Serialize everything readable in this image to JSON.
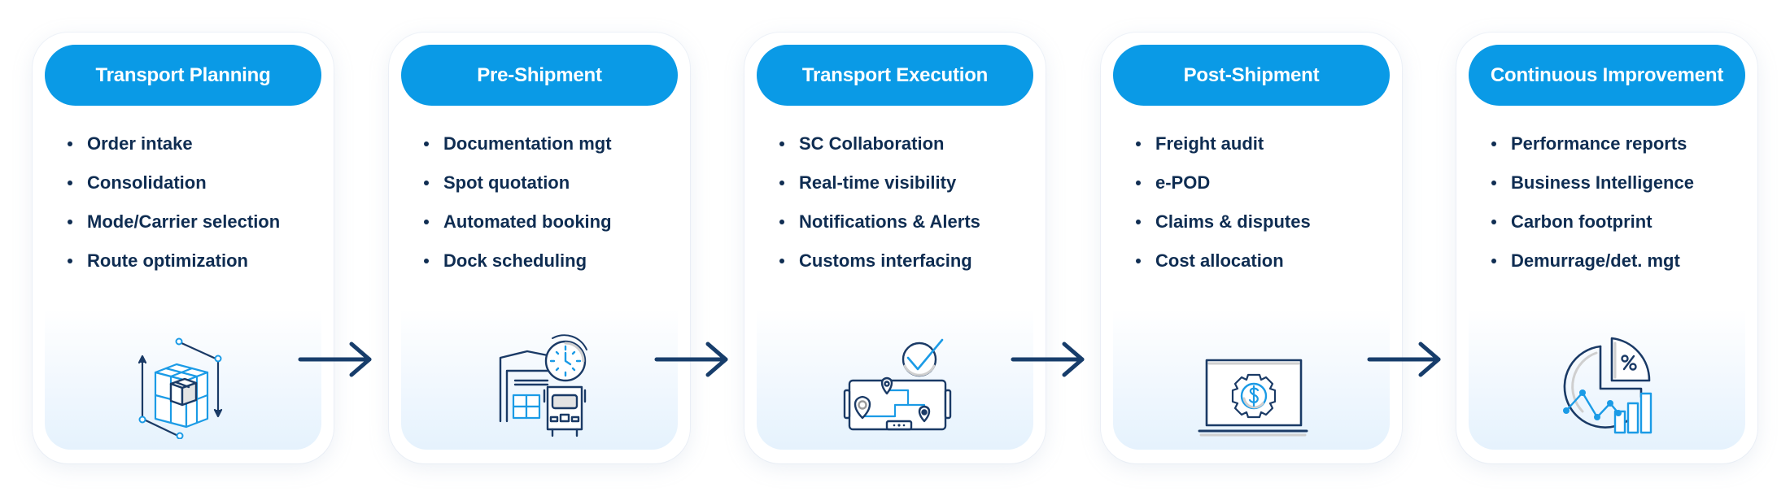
{
  "colors": {
    "pill": "#0a9ae6",
    "text": "#0f2d52",
    "icon_dark": "#1a3a66",
    "icon_accent": "#1b9be6",
    "arrow": "#173d6b"
  },
  "stages": [
    {
      "title": "Transport Planning",
      "items": [
        "Order intake",
        "Consolidation",
        "Mode/Carrier selection",
        "Route optimization"
      ],
      "icon": "boxes-cube-dimensions-icon"
    },
    {
      "title": "Pre-Shipment",
      "items": [
        "Documentation mgt",
        "Spot quotation",
        "Automated booking",
        "Dock scheduling"
      ],
      "icon": "warehouse-truck-clock-icon"
    },
    {
      "title": "Transport Execution",
      "items": [
        "SC Collaboration",
        "Real-time visibility",
        "Notifications & Alerts",
        "Customs interfacing"
      ],
      "icon": "map-tablet-checkmark-icon"
    },
    {
      "title": "Post-Shipment",
      "items": [
        "Freight audit",
        "e-POD",
        "Claims & disputes",
        "Cost allocation"
      ],
      "icon": "laptop-gear-dollar-icon"
    },
    {
      "title": "Continuous Improvement",
      "items": [
        "Performance reports",
        "Business Intelligence",
        "Carbon footprint",
        "Demurrage/det. mgt"
      ],
      "icon": "pie-chart-analytics-icon"
    }
  ],
  "connectors": [
    {
      "icon": "arrow-right-icon"
    },
    {
      "icon": "arrow-right-icon"
    },
    {
      "icon": "arrow-right-icon"
    },
    {
      "icon": "arrow-right-icon"
    }
  ]
}
